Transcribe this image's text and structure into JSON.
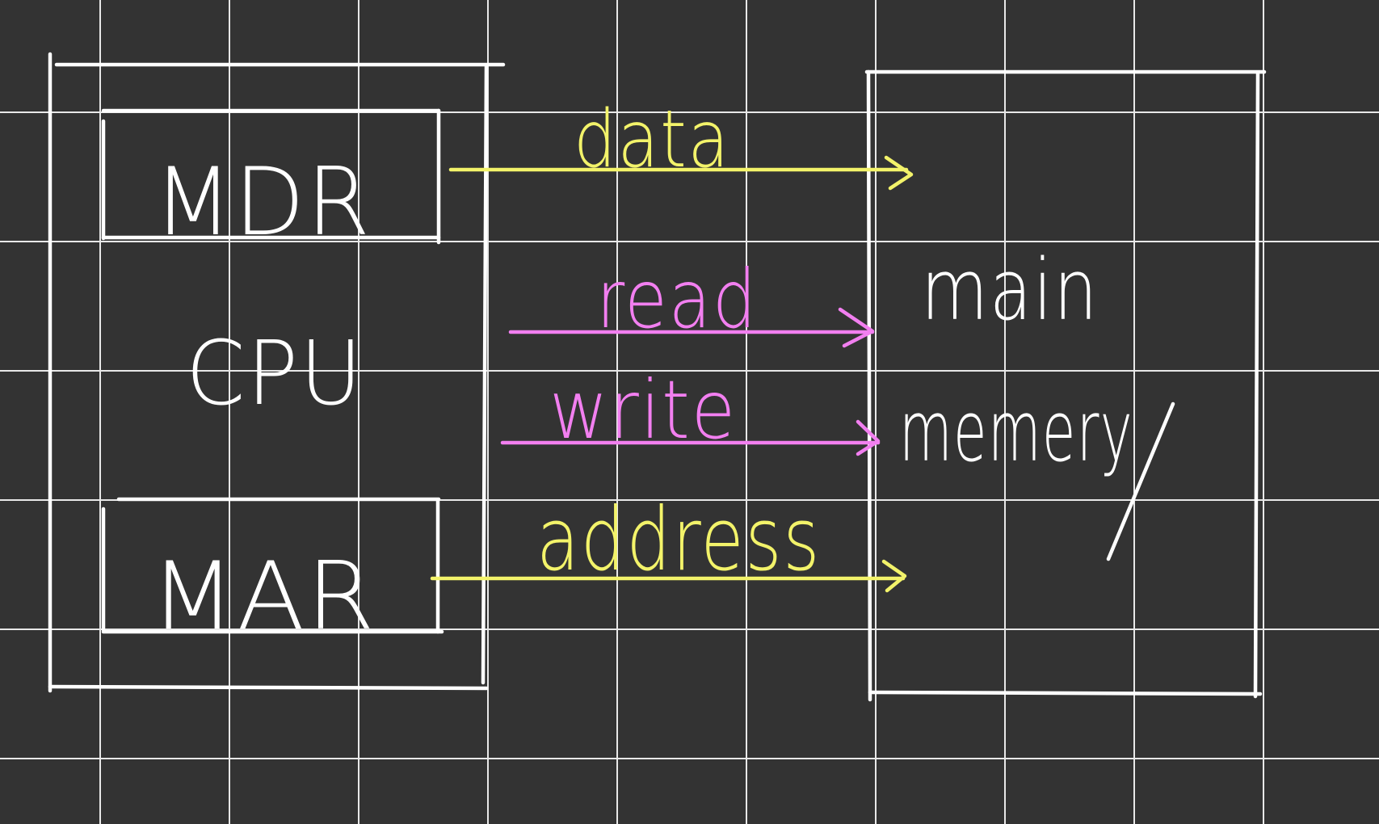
{
  "cpu": {
    "label": "CPU",
    "mdr_label": "MDR",
    "mar_label": "MAR"
  },
  "memory": {
    "label_line1": "main",
    "label_line2": "memery"
  },
  "signals": {
    "data": "data",
    "read": "read",
    "write": "write",
    "address": "address"
  },
  "colors": {
    "background": "#333333",
    "grid": "#e8e8e8",
    "boxes": "#ffffff",
    "data_bus": "#f3f36a",
    "control_bus": "#f27ff0",
    "address_bus": "#f3f36a"
  }
}
